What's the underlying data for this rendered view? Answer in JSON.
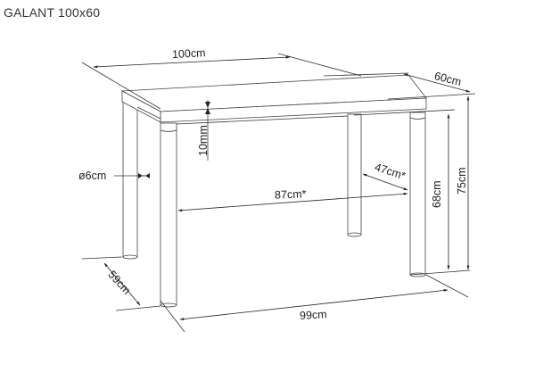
{
  "title": "GALANT 100x60",
  "dimensions": {
    "width_top": "100cm",
    "depth_top": "60cm",
    "top_thickness": "10mm",
    "leg_diameter": "ø6cm",
    "inner_width": "87cm*",
    "inner_depth": "47cm*",
    "clearance_height": "68cm",
    "total_height": "75cm",
    "base_depth": "59cm",
    "base_width": "99cm"
  }
}
